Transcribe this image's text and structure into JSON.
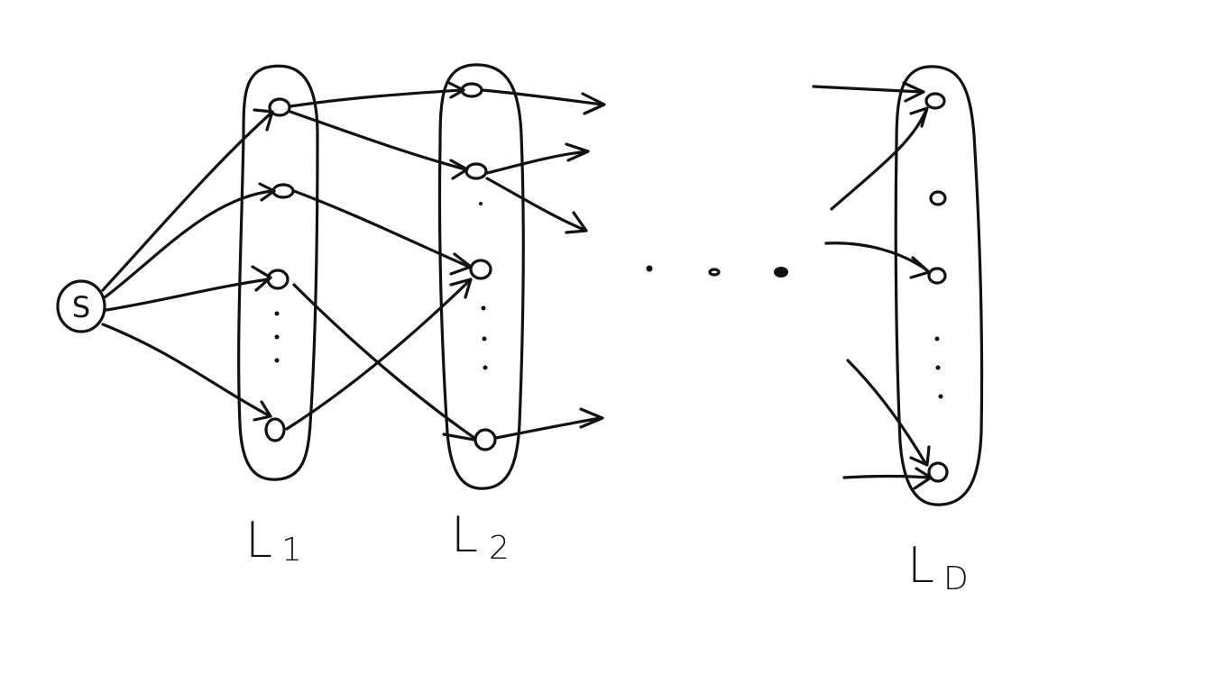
{
  "diagram": {
    "source": {
      "label": "S"
    },
    "layers": [
      {
        "main": "L",
        "sub": "1"
      },
      {
        "main": "L",
        "sub": "2"
      },
      {
        "main": "L",
        "sub": "D"
      }
    ]
  },
  "colors": {
    "ink": "#111111",
    "background": "#ffffff"
  }
}
